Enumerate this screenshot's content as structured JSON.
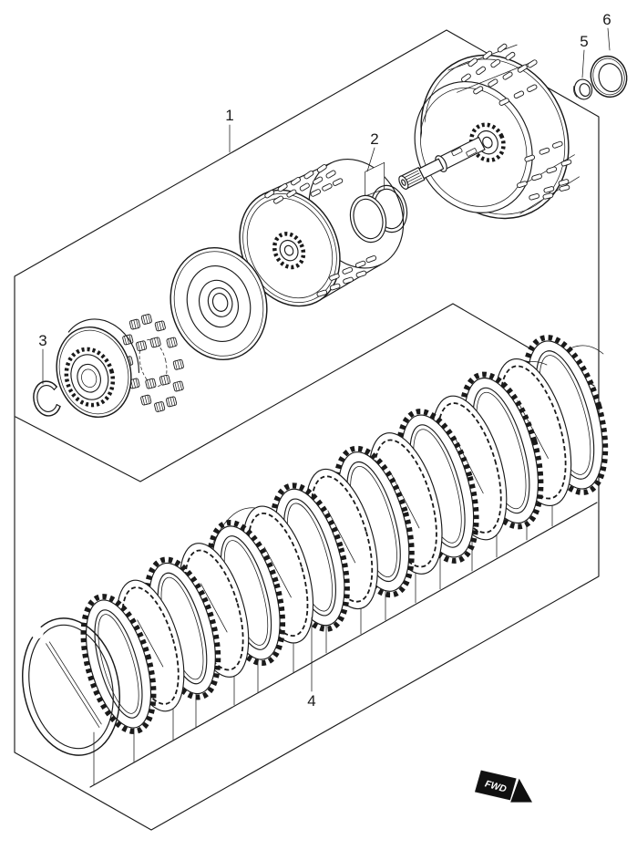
{
  "page": {
    "background": "#ffffff",
    "line_color": "#1a1a1a"
  },
  "callouts": {
    "c1": {
      "label": "1"
    },
    "c2": {
      "label": "2"
    },
    "c3": {
      "label": "3"
    },
    "c4": {
      "label": "4"
    },
    "c5": {
      "label": "5"
    },
    "c6": {
      "label": "6"
    }
  },
  "direction_badge": {
    "label": "FWD",
    "fill": "#101010",
    "text_color": "#ffffff"
  }
}
